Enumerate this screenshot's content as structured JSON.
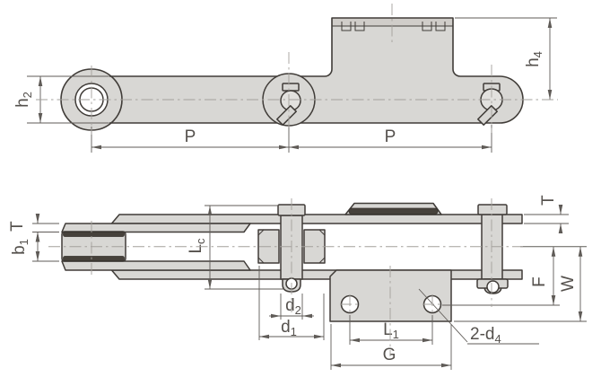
{
  "drawing": {
    "kind": "engineering line drawing",
    "subject": "roller chain with bent attachment plate, side elevation (top) and plan view (bottom)",
    "colors": {
      "background": "#ffffff",
      "part_fill": "#d8d7d4",
      "outline": "#403c38",
      "dark_accent": "#46413b",
      "dimension_lines": "#5f5b57",
      "centerlines": "#a3a09c"
    }
  },
  "labels": {
    "h2": {
      "base": "h",
      "sub": "2"
    },
    "p_left": "P",
    "p_right": "P",
    "h4": {
      "base": "h",
      "sub": "4"
    },
    "t_left": "T",
    "b1": {
      "base": "b",
      "sub": "1"
    },
    "lc": {
      "base": "L",
      "sub": "c"
    },
    "d2": {
      "base": "d",
      "sub": "2"
    },
    "d1": {
      "base": "d",
      "sub": "1"
    },
    "l1": {
      "base": "L",
      "sub": "1"
    },
    "g": "G",
    "f": "F",
    "w": "W",
    "t_right": "T",
    "holes": {
      "base": "2-d",
      "sub": "4"
    }
  }
}
